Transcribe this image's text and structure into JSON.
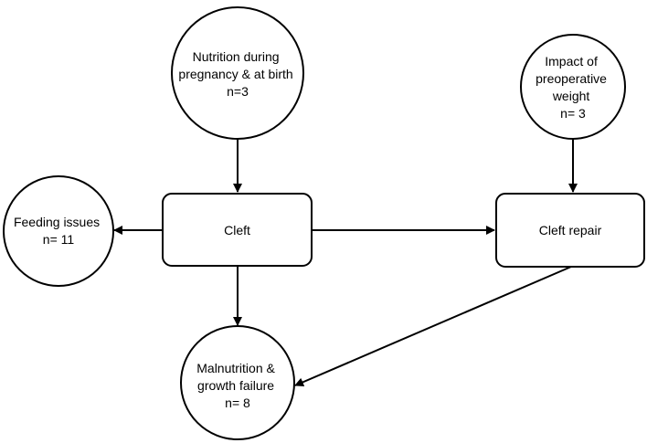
{
  "colors": {
    "stroke": "#000000",
    "fill": "#ffffff",
    "text": "#000000"
  },
  "nodes": {
    "nutrition": {
      "lines": [
        "Nutrition during",
        "pregnancy & at birth",
        "n=3"
      ]
    },
    "preop": {
      "lines": [
        "Impact of",
        "preoperative",
        "weight",
        "n= 3"
      ]
    },
    "feeding": {
      "lines": [
        "Feeding issues",
        "n= 11"
      ]
    },
    "cleft": {
      "lines": [
        "Cleft"
      ]
    },
    "repair": {
      "lines": [
        "Cleft repair"
      ]
    },
    "malnutrition": {
      "lines": [
        "Malnutrition &",
        "growth failure",
        "n= 8"
      ]
    }
  },
  "edges": [
    {
      "from": "nutrition",
      "to": "cleft"
    },
    {
      "from": "preop",
      "to": "repair"
    },
    {
      "from": "cleft",
      "to": "feeding"
    },
    {
      "from": "cleft",
      "to": "repair"
    },
    {
      "from": "cleft",
      "to": "malnutrition"
    },
    {
      "from": "repair",
      "to": "malnutrition"
    }
  ]
}
